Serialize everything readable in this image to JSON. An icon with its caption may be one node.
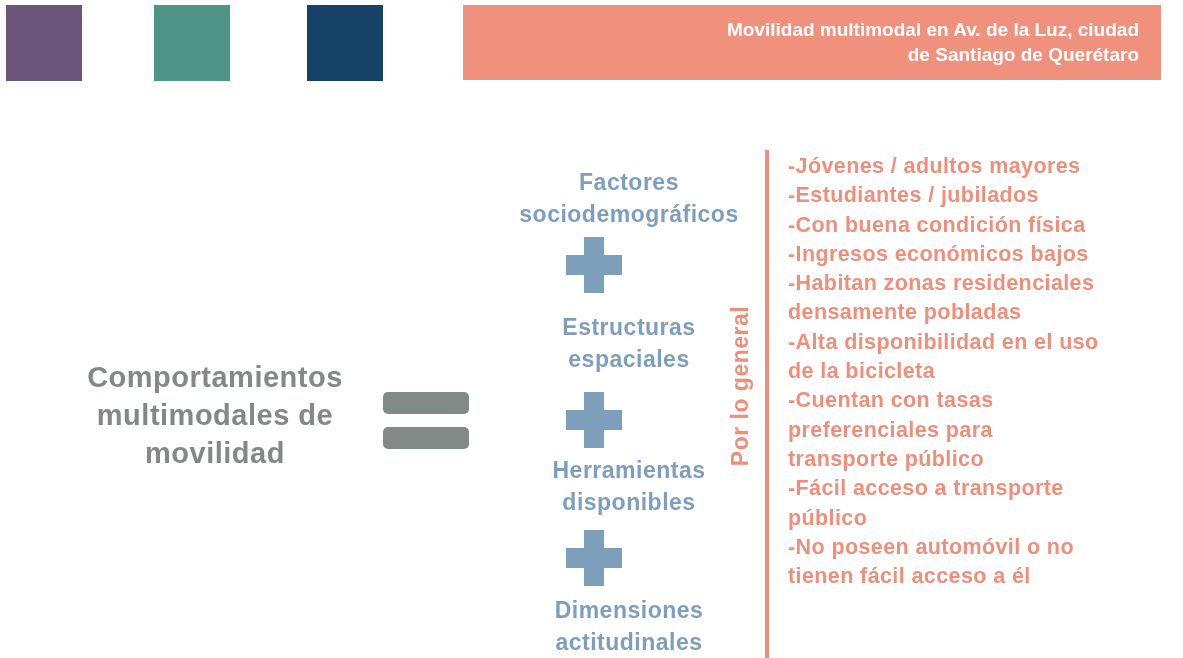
{
  "diagram": {
    "title": "Movilidad multimodal en Av. de la Luz, ciudad de Santiago de Querétaro",
    "nodes": [
      {
        "text": [],
        "shape": "box"
      },
      {
        "text": [],
        "shape": "box"
      },
      {
        "text": [],
        "shape": "box"
      }
    ],
    "labels": [
      "Comportamientos multimodales de movilidad",
      "Factores sociodemográficos",
      "Estructuras espaciales",
      "Herramientas disponibles",
      "Dimensiones actitudinales",
      "Por lo general",
      "-Jóvenes / adultos mayores",
      "-Estudiantes / jubilados",
      "-Con buena condición física",
      "-Ingresos económicos bajos",
      "-Habitan zonas residenciales densamente pobladas",
      "-Alta disponibilidad en el uso de la bicicleta",
      "-Cuentan con tasas preferenciales para transporte público",
      "-Fácil acceso a transporte público",
      "-No poseen automóvil o no tienen fácil acceso a él"
    ]
  }
}
